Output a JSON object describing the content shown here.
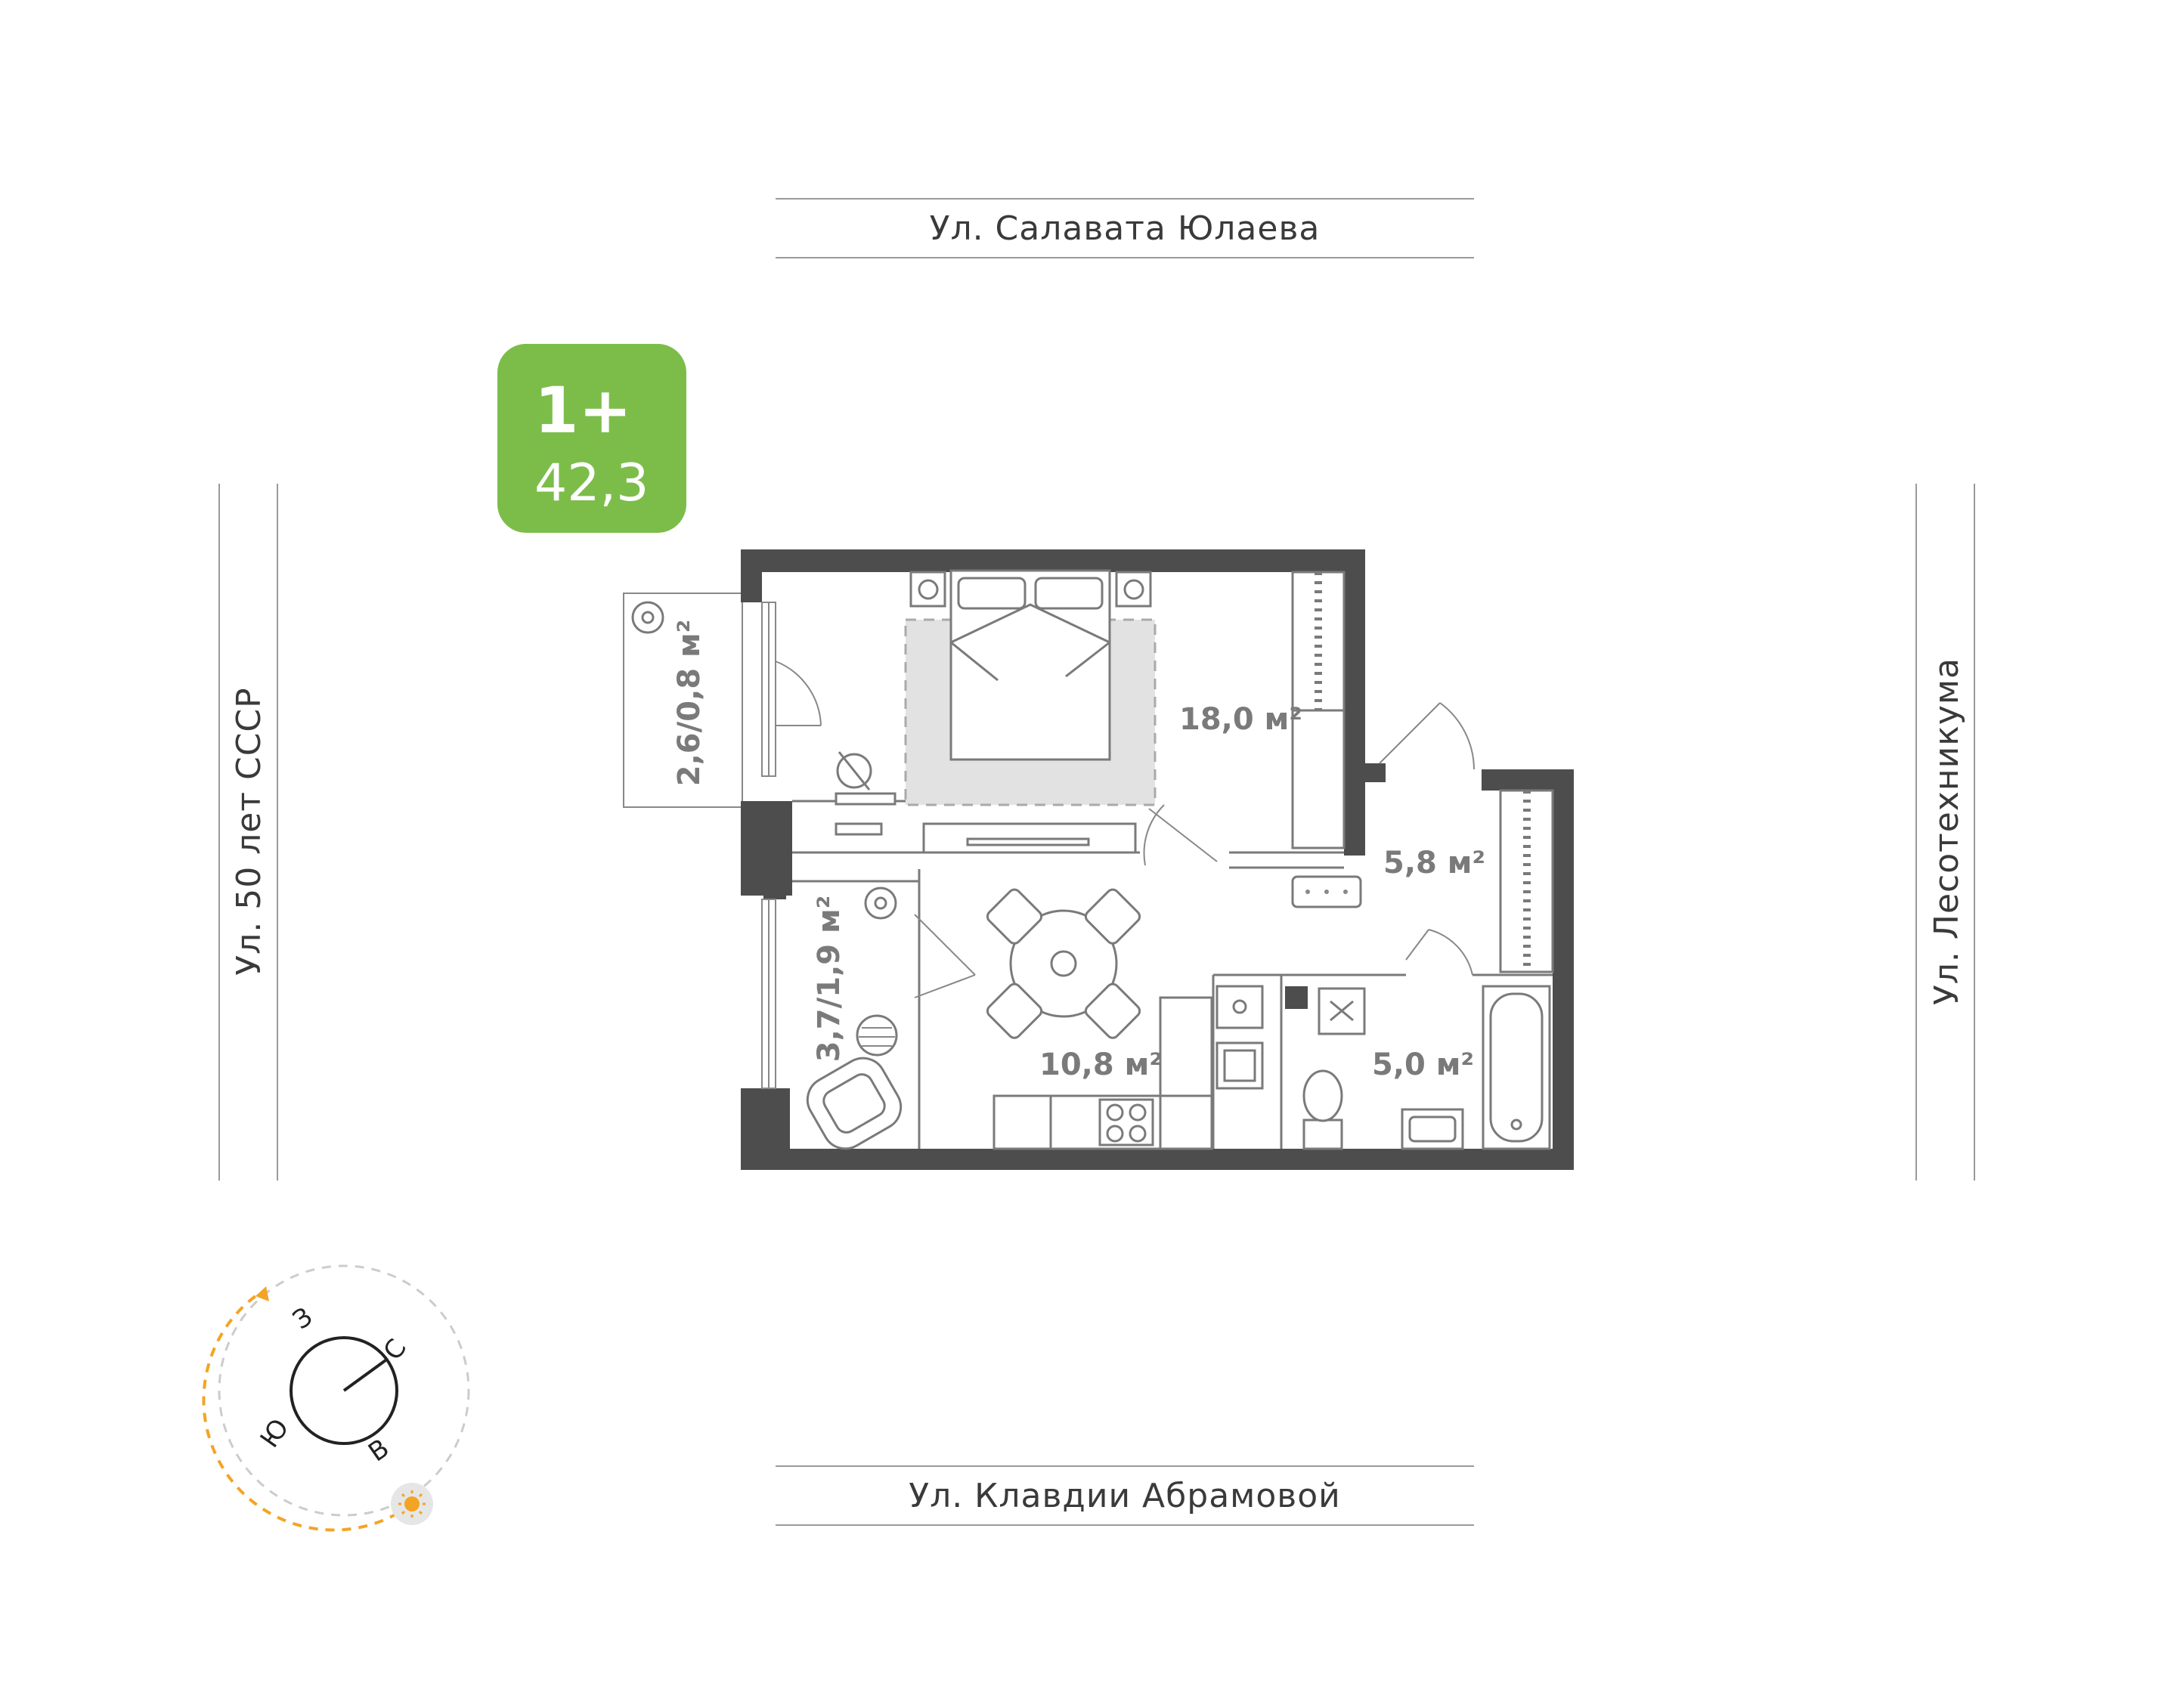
{
  "streets": {
    "top": "Ул. Салавата Юлаева",
    "bottom": "Ул. Клавдии Абрамовой",
    "left": "Ул. 50 лет СССР",
    "right": "Ул. Лесотехникума"
  },
  "badge": {
    "rooms": "1+",
    "total_area": "42,3",
    "color": "#7cbd4a"
  },
  "rooms": {
    "bedroom": "18,0 м²",
    "hall": "5,8 м²",
    "balcony": "2,6/0,8 м²",
    "loggia": "3,7/1,9 м²",
    "kitchen": "10,8 м²",
    "bathroom": "5,0 м²"
  },
  "compass": {
    "w": "З",
    "n": "С",
    "s": "Ю",
    "e": "В",
    "sun_color": "#f3a425"
  },
  "colors": {
    "wall": "#4d4d4d",
    "rug": "#e2e2e2",
    "street_line": "#9a9a9a"
  },
  "icons": [
    "sun-icon",
    "plant-icon",
    "bed-icon",
    "wardrobe-icon",
    "stove-icon",
    "sink-icon",
    "bathtub-icon",
    "toilet-icon",
    "armchair-icon",
    "table-icon"
  ]
}
